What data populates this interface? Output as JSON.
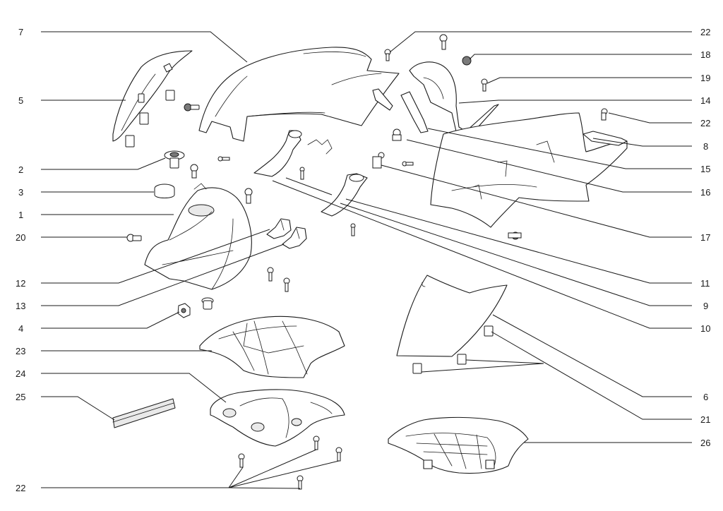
{
  "diagram": {
    "callouts_left": [
      "7",
      "5",
      "2",
      "3",
      "1",
      "20",
      "12",
      "13",
      "4",
      "23",
      "24",
      "25",
      "22"
    ],
    "callouts_right": [
      "22",
      "18",
      "19",
      "14",
      "22",
      "8",
      "15",
      "16",
      "17",
      "11",
      "9",
      "10",
      "6",
      "21",
      "26"
    ]
  }
}
